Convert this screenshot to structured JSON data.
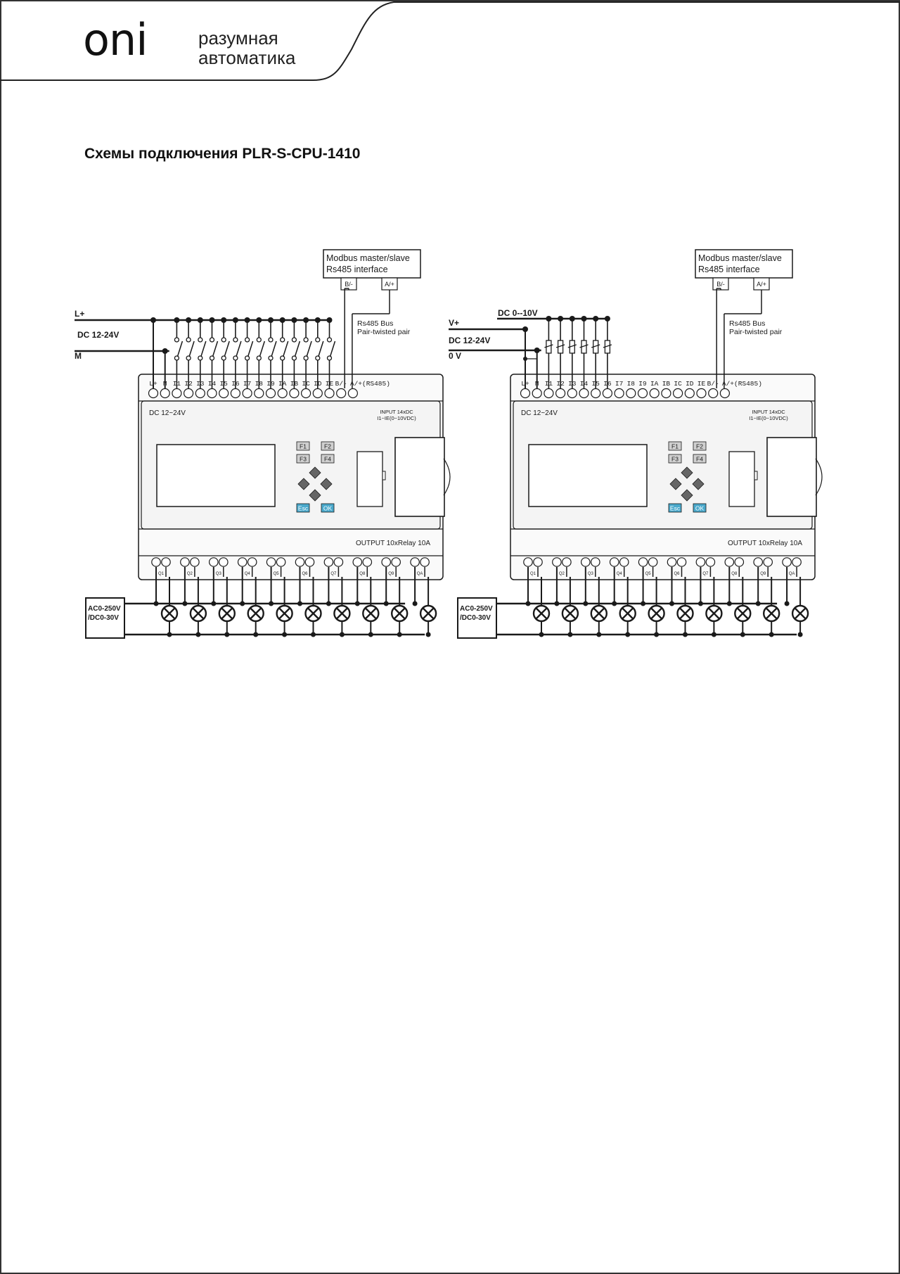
{
  "header": {
    "logo_text": "oni",
    "tagline_line1": "разумная",
    "tagline_line2": "автоматика"
  },
  "title": "Схемы подключения  PLR-S-CPU-1410",
  "diagrams": [
    {
      "id": "left",
      "supply_labels": [
        "L+",
        "DC  12-24V",
        "M"
      ],
      "modbus_box": [
        "Modbus master/slave",
        "Rs485 interface"
      ],
      "bus_terminals": [
        "B/-",
        "A/+"
      ],
      "bus_note": [
        "Rs485 Bus",
        "Pair-twisted pair"
      ],
      "top_terminals": [
        "L+",
        "M",
        "I1",
        "I2",
        "I3",
        "I4",
        "I5",
        "I6",
        "I7",
        "I8",
        "I9",
        "IA",
        "IB",
        "IC",
        "ID",
        "IE",
        "B/-",
        "A/+(RS485)"
      ],
      "power_label": "DC 12~24V",
      "input_spec": [
        "INPUT  14xDC",
        "I1~IE(0~10VDC)"
      ],
      "output_label": "OUTPUT 10xRelay  10A",
      "output_terminals": [
        "Q1",
        "Q2",
        "Q3",
        "Q4",
        "Q5",
        "Q6",
        "Q7",
        "Q8",
        "Q9",
        "QA"
      ],
      "load_supply": [
        "AC0-250V",
        "/DC0-30V"
      ]
    },
    {
      "id": "right",
      "supply_labels": [
        "DC 0--10V",
        "V+",
        "DC 12-24V",
        "0 V"
      ],
      "modbus_box": [
        "Modbus master/slave",
        "Rs485 interface"
      ],
      "bus_terminals": [
        "B/-",
        "A/+"
      ],
      "bus_note": [
        "Rs485 Bus",
        "Pair-twisted pair"
      ],
      "top_terminals": [
        "L+",
        "M",
        "I1",
        "I2",
        "I3",
        "I4",
        "I5",
        "I6",
        "I7",
        "I8",
        "I9",
        "IA",
        "IB",
        "IC",
        "ID",
        "IE",
        "B/-",
        "A/+(RS485)"
      ],
      "power_label": "DC 12~24V",
      "input_spec": [
        "INPUT  14xDC",
        "I1~IE(0~10VDC)"
      ],
      "output_label": "OUTPUT 10xRelay  10A",
      "output_terminals": [
        "Q1",
        "Q2",
        "Q3",
        "Q4",
        "Q5",
        "Q6",
        "Q7",
        "Q8",
        "Q9",
        "QA"
      ],
      "load_supply": [
        "AC0-250V",
        "/DC0-30V"
      ]
    }
  ],
  "keypad": {
    "f1": "F1",
    "f2": "F2",
    "f3": "F3",
    "f4": "F4",
    "esc": "Esc",
    "ok": "OK"
  },
  "colors": {
    "line": "#1a1a1a",
    "device_face": "#f4f4f4",
    "button_blue": "#4aa9cc",
    "button_grey": "#cfcfcf"
  }
}
